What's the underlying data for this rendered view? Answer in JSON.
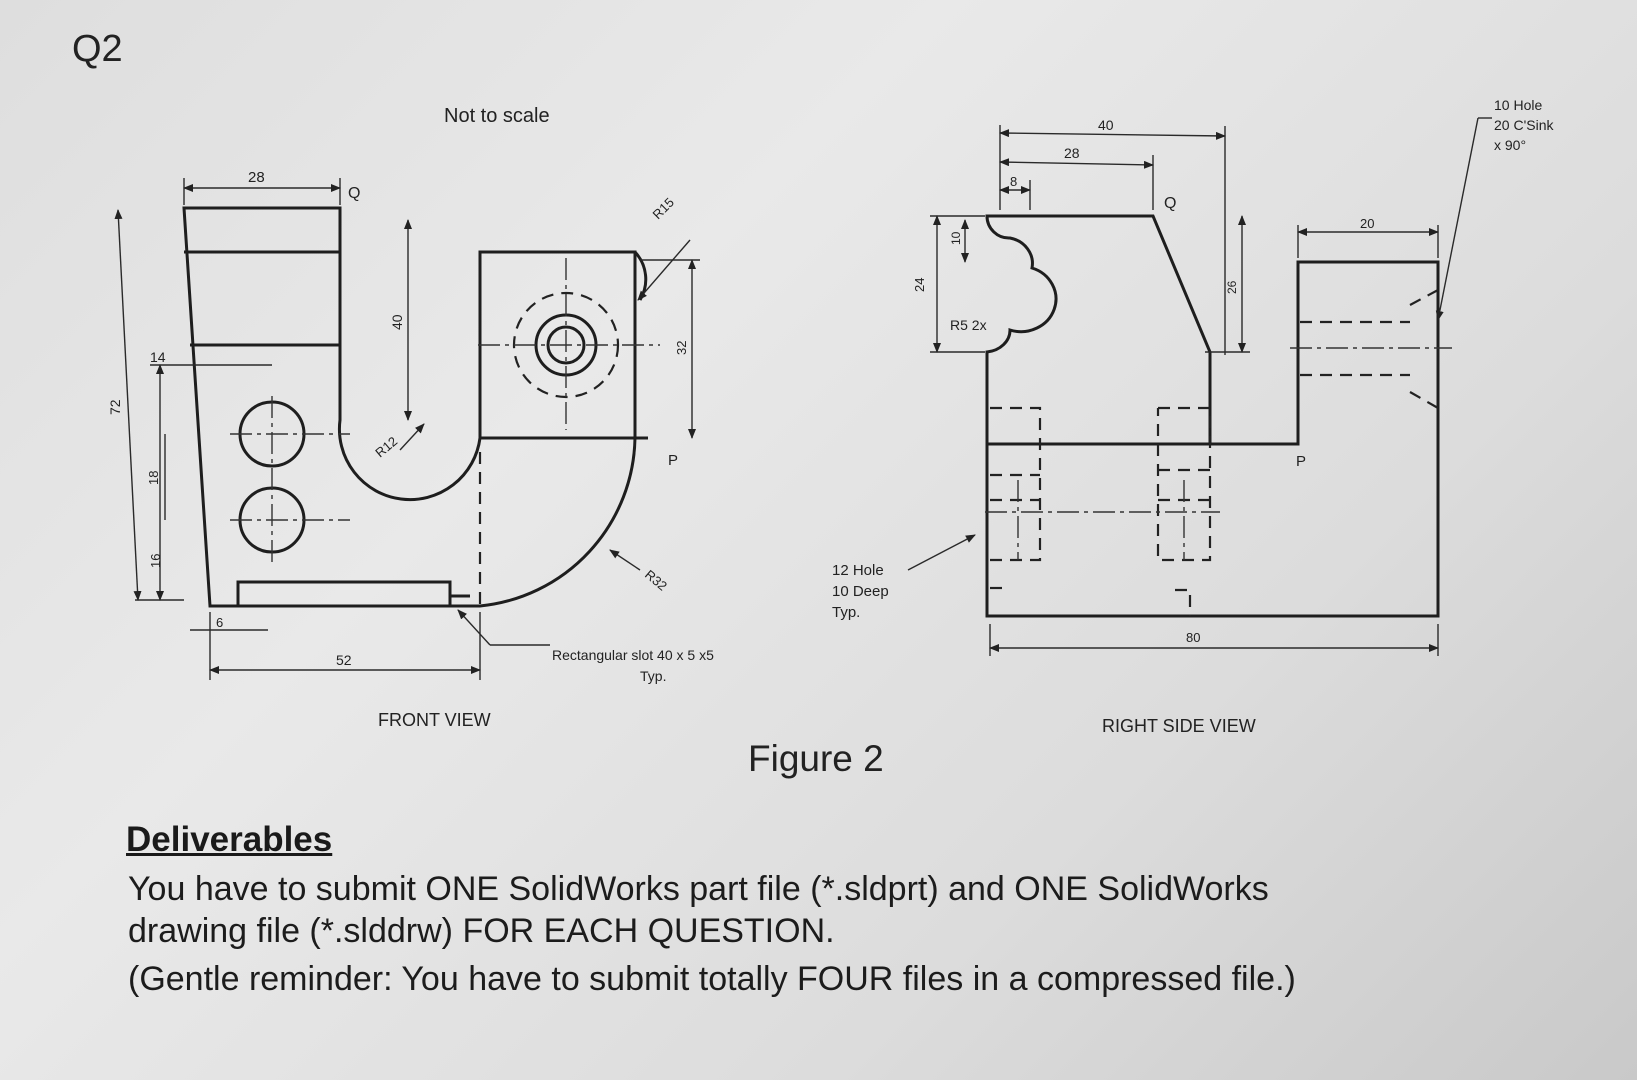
{
  "page": {
    "question": "Q2",
    "figure_caption": "Figure 2",
    "deliverables_title": "Deliverables",
    "deliverables_line1": "You have to submit ONE SolidWorks part file (*.sldprt) and ONE SolidWorks",
    "deliverables_line2": "drawing file (*.slddrw) FOR EACH QUESTION.",
    "deliverables_line3": "(Gentle reminder: You have to submit totally FOUR files in a compressed file.)"
  },
  "front_view": {
    "title": "FRONT VIEW",
    "note": "Not to scale",
    "dim_28": "28",
    "dim_Q": "Q",
    "dim_40": "40",
    "dim_72": "72",
    "dim_14": "14",
    "dim_18": "18",
    "dim_16": "16",
    "dim_6": "6",
    "dim_52": "52",
    "dim_R12": "R12",
    "dim_R15": "R15",
    "dim_32": "32",
    "dim_R32": "R32",
    "label_P": "P",
    "slot_note_1": "Rectangular slot 40 x 5 x5",
    "slot_note_2": "Typ."
  },
  "hole_note": {
    "line1": "12 Hole",
    "line2": "10 Deep",
    "line3": "Typ."
  },
  "right_view": {
    "title": "RIGHT SIDE VIEW",
    "dim_40": "40",
    "dim_28": "28",
    "dim_8": "8",
    "dim_Q": "Q",
    "dim_24": "24",
    "dim_10": "10",
    "dim_R5": "R5 2x",
    "dim_26": "26",
    "dim_20": "20",
    "dim_80": "80",
    "label_P": "P",
    "csink_1": "10 Hole",
    "csink_2": "20 C'Sink",
    "csink_3": "x 90°"
  }
}
